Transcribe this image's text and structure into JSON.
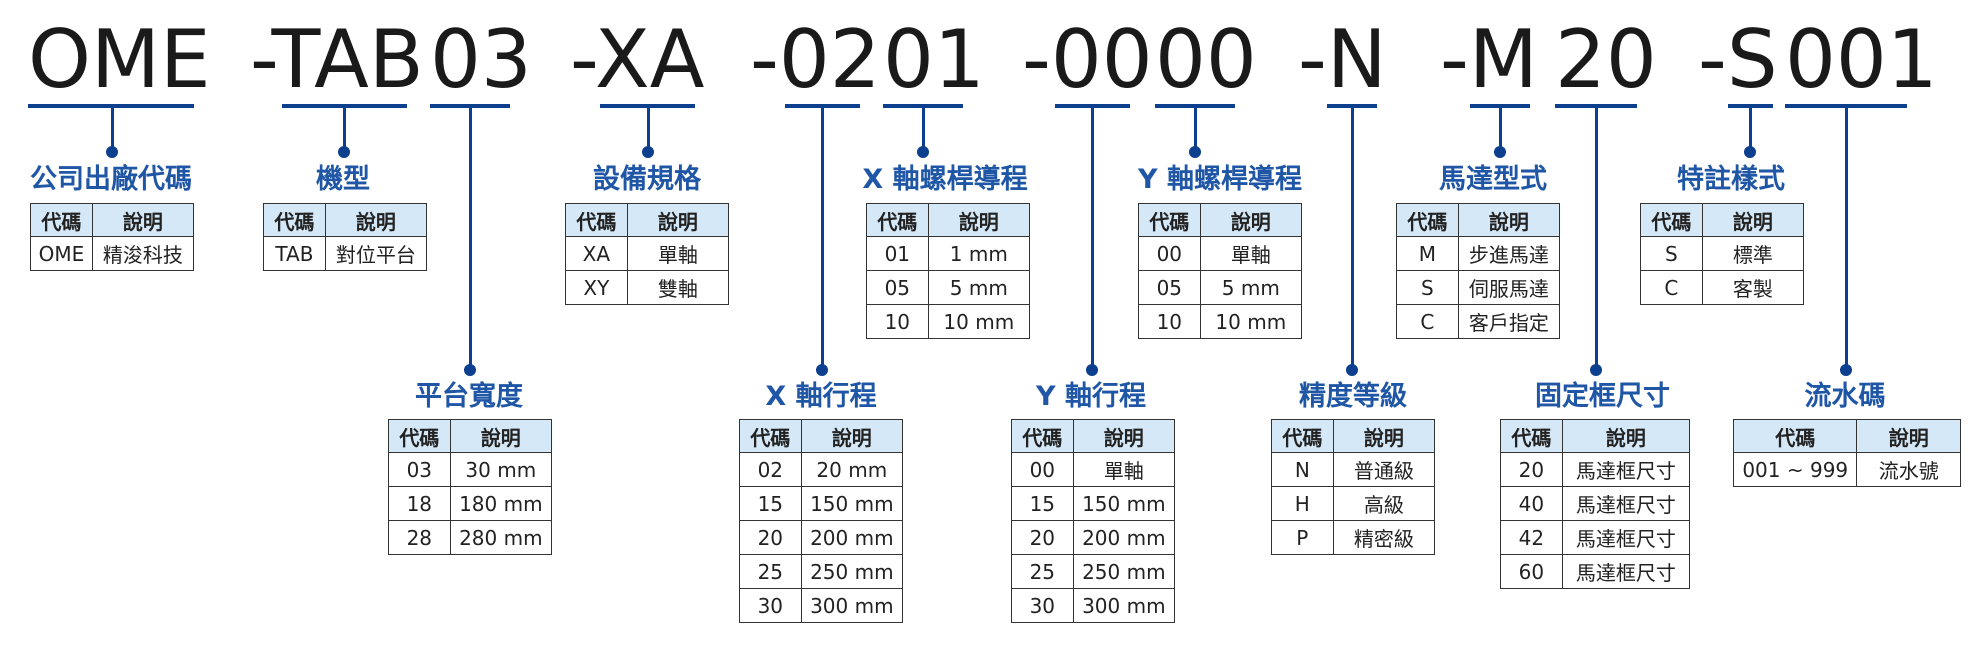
{
  "colors": {
    "accent": "#0d3f8f",
    "title": "#1f56a5",
    "header_bg": "#d5e8f7"
  },
  "code": {
    "ome": "OME",
    "tab": "-TAB",
    "width": "03",
    "xa": "-XA",
    "xstroke_prefix": "-02",
    "xlead": "01",
    "ystroke_prefix": "-00",
    "ylead": "00",
    "precision": "-N",
    "motor": "-M",
    "frame": "20",
    "special": "-S",
    "serial": "001"
  },
  "labels": {
    "code_col": "代碼",
    "desc_col": "說明"
  },
  "sections": {
    "company": {
      "title": "公司出廠代碼",
      "rows": [
        [
          "OME",
          "精浚科技"
        ]
      ]
    },
    "model": {
      "title": "機型",
      "rows": [
        [
          "TAB",
          "對位平台"
        ]
      ]
    },
    "spec": {
      "title": "設備規格",
      "rows": [
        [
          "XA",
          "單軸"
        ],
        [
          "XY",
          "雙軸"
        ]
      ]
    },
    "xlead": {
      "title": "X 軸螺桿導程",
      "rows": [
        [
          "01",
          "1 mm"
        ],
        [
          "05",
          "5 mm"
        ],
        [
          "10",
          "10 mm"
        ]
      ]
    },
    "ylead": {
      "title": "Y 軸螺桿導程",
      "rows": [
        [
          "00",
          "單軸"
        ],
        [
          "05",
          "5 mm"
        ],
        [
          "10",
          "10 mm"
        ]
      ]
    },
    "motor": {
      "title": "馬達型式",
      "rows": [
        [
          "M",
          "步進馬達"
        ],
        [
          "S",
          "伺服馬達"
        ],
        [
          "C",
          "客戶指定"
        ]
      ]
    },
    "special": {
      "title": "特註樣式",
      "rows": [
        [
          "S",
          "標準"
        ],
        [
          "C",
          "客製"
        ]
      ]
    },
    "width": {
      "title": "平台寬度",
      "rows": [
        [
          "03",
          "30 mm"
        ],
        [
          "18",
          "180 mm"
        ],
        [
          "28",
          "280 mm"
        ]
      ]
    },
    "xstroke": {
      "title": "X 軸行程",
      "rows": [
        [
          "02",
          "20 mm"
        ],
        [
          "15",
          "150 mm"
        ],
        [
          "20",
          "200 mm"
        ],
        [
          "25",
          "250 mm"
        ],
        [
          "30",
          "300 mm"
        ]
      ]
    },
    "ystroke": {
      "title": "Y 軸行程",
      "rows": [
        [
          "00",
          "單軸"
        ],
        [
          "15",
          "150 mm"
        ],
        [
          "20",
          "200 mm"
        ],
        [
          "25",
          "250 mm"
        ],
        [
          "30",
          "300 mm"
        ]
      ]
    },
    "precision": {
      "title": "精度等級",
      "rows": [
        [
          "N",
          "普通級"
        ],
        [
          "H",
          "高級"
        ],
        [
          "P",
          "精密級"
        ]
      ]
    },
    "frame": {
      "title": "固定框尺寸",
      "rows": [
        [
          "20",
          "馬達框尺寸"
        ],
        [
          "40",
          "馬達框尺寸"
        ],
        [
          "42",
          "馬達框尺寸"
        ],
        [
          "60",
          "馬達框尺寸"
        ]
      ]
    },
    "serial": {
      "title": "流水碼",
      "rows": [
        [
          "001 ~ 999",
          "流水號"
        ]
      ]
    }
  }
}
